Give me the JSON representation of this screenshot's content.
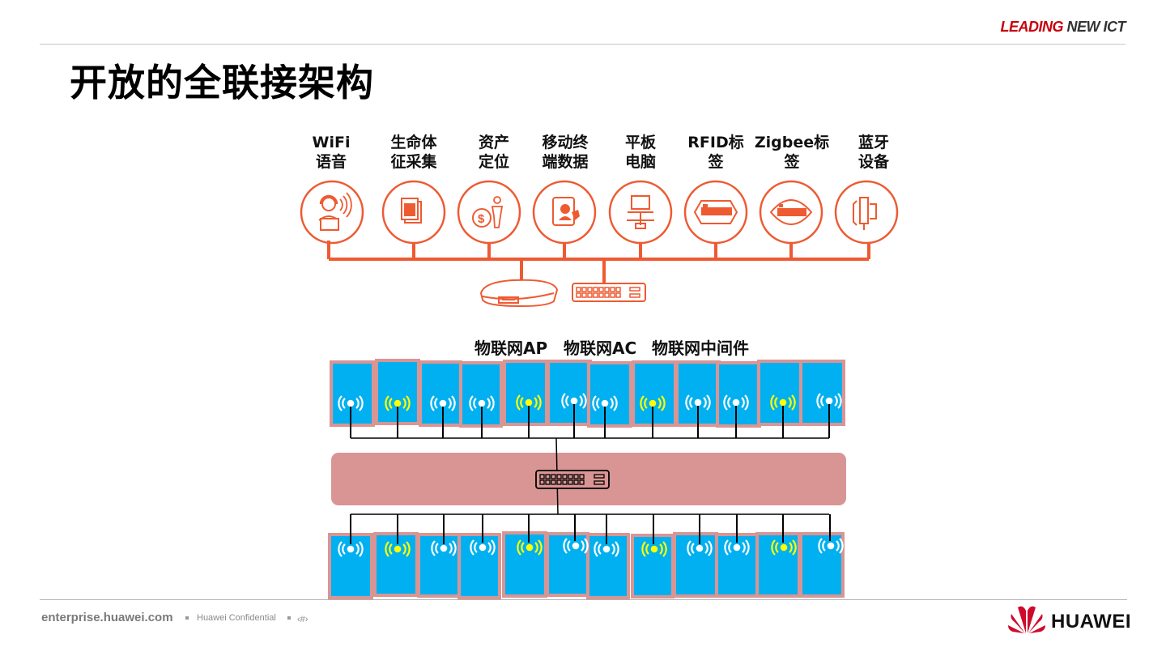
{
  "header": {
    "tagline_leading": "LEADING",
    "tagline_rest": " NEW ICT",
    "title": "开放的全联接架构"
  },
  "categories": [
    {
      "line1": "WiFi",
      "line2": "语音",
      "icon": "headset-laptop-icon"
    },
    {
      "line1": "生命体",
      "line2": "征采集",
      "icon": "document-icon"
    },
    {
      "line1": "资产",
      "line2": "定位",
      "icon": "asset-location-icon"
    },
    {
      "line1": "移动终",
      "line2": "端数据",
      "icon": "tablet-icon"
    },
    {
      "line1": "平板",
      "line2": "电脑",
      "icon": "computer-network-icon"
    },
    {
      "line1": "RFID标",
      "line2": "签",
      "icon": "rfid-tag-icon"
    },
    {
      "line1": "Zigbee标",
      "line2": "签",
      "icon": "zigbee-tag-icon"
    },
    {
      "line1": "蓝牙",
      "line2": "设备",
      "icon": "bluetooth-device-icon"
    }
  ],
  "middle_labels": {
    "ap": "物联网AP",
    "ac": "物联网AC",
    "middleware": "物联网中间件"
  },
  "colors": {
    "accent_orange": "#ee5a32",
    "device_blue": "#00b0f0",
    "device_border": "#d99594",
    "switch_band": "#d99594",
    "signal_yellow": "#ffff00"
  },
  "footer": {
    "site": "enterprise.huawei.com",
    "confidential": "Huawei Confidential",
    "page": "‹#›",
    "brand": "HUAWEI"
  }
}
